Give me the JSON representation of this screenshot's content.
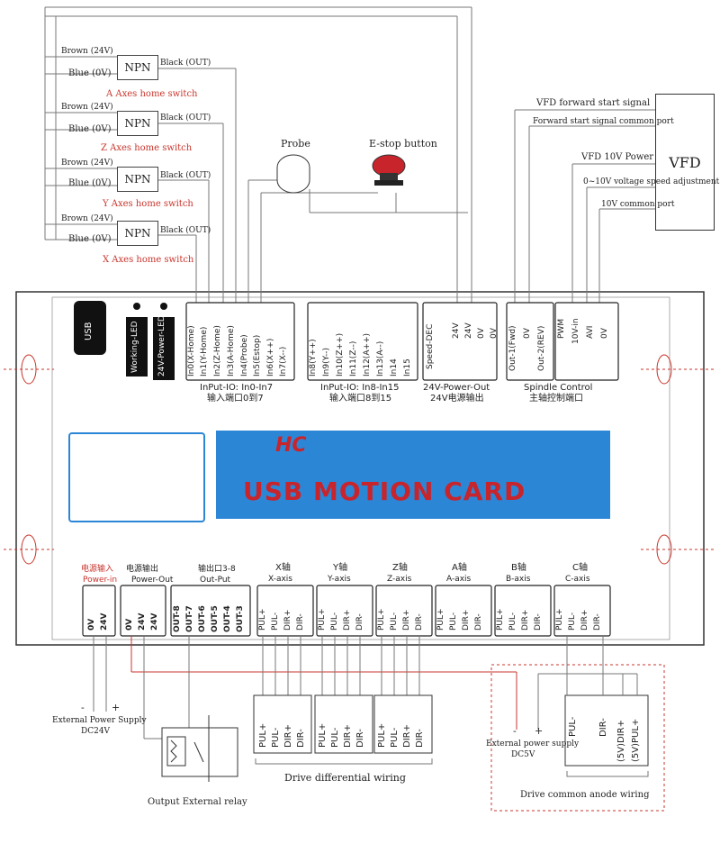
{
  "home_switches": [
    {
      "brown": "Brown (24V)",
      "blue": "Blue (0V)",
      "sensor": "NPN",
      "black": "Black (OUT)",
      "caption": "A Axes home switch"
    },
    {
      "brown": "Brown (24V)",
      "blue": "Blue (0V)",
      "sensor": "NPN",
      "black": "Black (OUT)",
      "caption": "Z Axes home switch"
    },
    {
      "brown": "Brown (24V)",
      "blue": "Blue (0V)",
      "sensor": "NPN",
      "black": "Black (OUT)",
      "caption": "Y Axes home switch"
    },
    {
      "brown": "Brown (24V)",
      "blue": "Blue (0V)",
      "sensor": "NPN",
      "black": "Black (OUT)",
      "caption": "X Axes home switch"
    }
  ],
  "probe_label": "Probe",
  "estop_label": "E-stop  button",
  "vfd": {
    "title": "VFD",
    "forward_start": "VFD  forward  start  signal",
    "forward_common": "Forward  start signal common port",
    "ten_v_power": "VFD 10V Power",
    "speed_adjust": "0~10V voltage speed adjustment",
    "ten_v_common": "10V common port"
  },
  "board": {
    "usb": "USB",
    "working_led": "Working-LED",
    "power_led": "24V-Power-LED",
    "brand": "HC",
    "title": "USB MOTION CARD"
  },
  "input_group_1": {
    "pins": [
      "In0(X-Home)",
      "In1(Y-Home)",
      "In2(Z-Home)",
      "In3(A-Home)",
      "In4(Probe)",
      "In5(Estop)",
      "In6(X++)",
      "In7(X--)"
    ],
    "label_en": "InPut-IO: In0-In7",
    "label_cn": "输入端口0到7"
  },
  "input_group_2": {
    "pins": [
      "In8(Y++)",
      "In9(Y--)",
      "In10(Z++)",
      "In11(Z--)",
      "In12(A++)",
      "In13(A--)",
      "In14",
      "In15"
    ],
    "label_en": "InPut-IO: In8-In15",
    "label_cn": "输入端口8到15"
  },
  "power_out_group": {
    "pins": [
      "Speed-DEC",
      "24V",
      "24V",
      "0V",
      "0V"
    ],
    "label_en": "24V-Power-Out",
    "label_cn": "24V电源输出"
  },
  "spindle_group": {
    "pins": [
      "Out-1(Fwd)",
      "0V",
      "Out-2(REV)",
      "PWM",
      "10V-in",
      "AVI",
      "0V"
    ],
    "label_en": "Spindle Control",
    "label_cn": "主轴控制端口"
  },
  "bottom_groups": [
    {
      "cn": "电源输入",
      "en": "Power-in",
      "pins": [
        "0V",
        "24V"
      ]
    },
    {
      "cn": "电源输出",
      "en": "Power-Out",
      "pins": [
        "0V",
        "24V",
        "24V"
      ]
    },
    {
      "cn": "输出口3-8",
      "en": "Out-Put",
      "pins": [
        "OUT-8",
        "OUT-7",
        "OUT-6",
        "OUT-5",
        "OUT-4",
        "OUT-3"
      ]
    },
    {
      "cn": "X轴",
      "en": "X-axis",
      "pins": [
        "PUL+",
        "PUL-",
        "DIR+",
        "DIR-"
      ]
    },
    {
      "cn": "Y轴",
      "en": "Y-axis",
      "pins": [
        "PUL+",
        "PUL-",
        "DIR+",
        "DIR-"
      ]
    },
    {
      "cn": "Z轴",
      "en": "Z-axis",
      "pins": [
        "PUL+",
        "PUL-",
        "DIR+",
        "DIR-"
      ]
    },
    {
      "cn": "A轴",
      "en": "A-axis",
      "pins": [
        "PUL+",
        "PUL-",
        "DIR+",
        "DIR-"
      ]
    },
    {
      "cn": "B轴",
      "en": "B-axis",
      "pins": [
        "PUL+",
        "PUL-",
        "DIR+",
        "DIR-"
      ]
    },
    {
      "cn": "C轴",
      "en": "C-axis",
      "pins": [
        "PUL+",
        "PUL-",
        "DIR+",
        "DIR-"
      ]
    }
  ],
  "external_power": {
    "minus": "-",
    "plus": "+",
    "line1": "External  Power  Supply",
    "line2": "DC24V"
  },
  "relay_caption": "Output External relay",
  "drivers": [
    {
      "pins": [
        "PUL+",
        "PUL-",
        "DIR+",
        "DIR-"
      ]
    },
    {
      "pins": [
        "PUL+",
        "PUL-",
        "DIR+",
        "DIR-"
      ]
    },
    {
      "pins": [
        "PUL+",
        "PUL-",
        "DIR+",
        "DIR-"
      ]
    }
  ],
  "differential_caption": "Drive differential wiring",
  "anode_power": {
    "minus": "-",
    "plus": "+",
    "line1": "External  power supply",
    "line2": "DC5V"
  },
  "anode_driver_pins": [
    "PUL-",
    "DIR-",
    "(5V)DIR+",
    "(5V)PUL+"
  ],
  "anode_caption": "Drive common anode wiring"
}
